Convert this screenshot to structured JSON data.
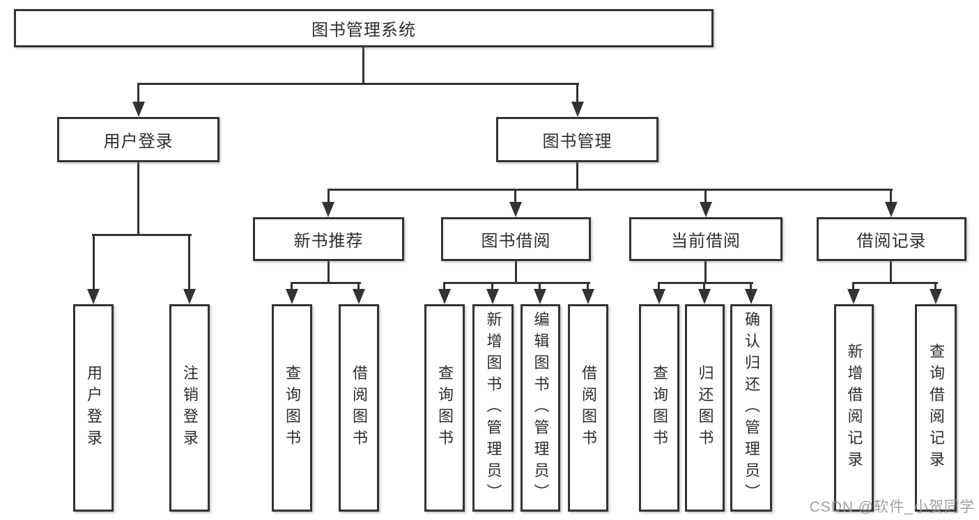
{
  "nodes": {
    "root": {
      "label": "图书管理系统"
    },
    "user_login": {
      "label": "用户登录"
    },
    "book_management": {
      "label": "图书管理"
    },
    "new_book_recommendation": {
      "label": "新书推荐"
    },
    "book_borrowing": {
      "label": "图书借阅"
    },
    "current_borrowing": {
      "label": "当前借阅"
    },
    "borrowing_records": {
      "label": "借阅记录"
    },
    "leaf_user_login": {
      "label": "用户登录"
    },
    "leaf_logout": {
      "label": "注销登录"
    },
    "leaf_newbook_query_books": {
      "label": "查询图书"
    },
    "leaf_newbook_borrow_books": {
      "label": "借阅图书"
    },
    "leaf_borrow_query_books": {
      "label": "查询图书"
    },
    "leaf_borrow_add_books_admin": {
      "label": "新增图书（管理员）"
    },
    "leaf_borrow_edit_books_admin": {
      "label": "编辑图书（管理员）"
    },
    "leaf_borrow_borrow_books": {
      "label": "借阅图书"
    },
    "leaf_current_query_books": {
      "label": "查询图书"
    },
    "leaf_current_return_books": {
      "label": "归还图书"
    },
    "leaf_current_confirm_return_admin": {
      "label": "确认归还（管理员）"
    },
    "leaf_records_add_borrow_record": {
      "label": "新增借阅记录"
    },
    "leaf_records_query_borrow_record": {
      "label": "查询借阅记录"
    }
  },
  "watermark": {
    "text": "CSDN @软件_小贺同学"
  },
  "colors": {
    "line": "#333333",
    "box_border": "#333333",
    "text": "#2d2d2d",
    "watermark": "#969696",
    "background": "#ffffff"
  }
}
